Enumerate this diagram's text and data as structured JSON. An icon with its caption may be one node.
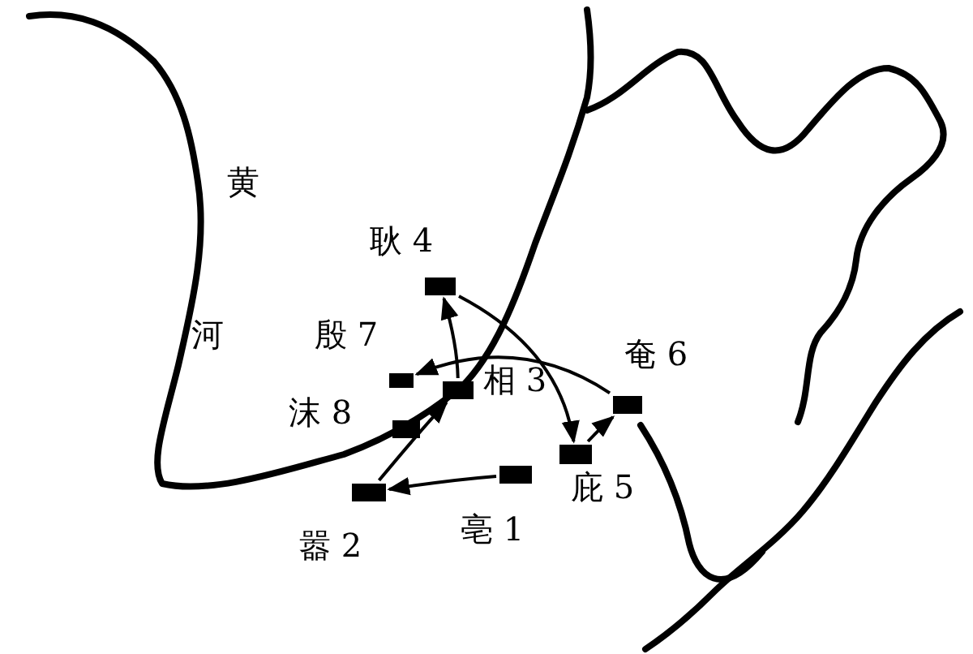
{
  "diagram": {
    "nodes": [
      {
        "text": [],
        "shape": "box",
        "beside": [
          "亳 1"
        ]
      },
      {
        "text": [],
        "shape": "box",
        "beside": [
          "嚣 2"
        ]
      },
      {
        "text": [],
        "shape": "box",
        "beside": [
          "相 3"
        ]
      },
      {
        "text": [],
        "shape": "box",
        "beside": [
          "耿 4"
        ]
      },
      {
        "text": [],
        "shape": "box",
        "beside": [
          "庇 5"
        ]
      },
      {
        "text": [],
        "shape": "box",
        "beside": [
          "奄 6"
        ]
      },
      {
        "text": [],
        "shape": "box",
        "beside": [
          "殷 7"
        ]
      },
      {
        "text": [],
        "shape": "box",
        "beside": [
          "沫 8"
        ]
      }
    ],
    "edges": [
      {
        "from": 0,
        "to": 1,
        "arrow": "to"
      },
      {
        "from": 1,
        "to": 2,
        "arrow": "to"
      },
      {
        "from": 2,
        "to": 3,
        "arrow": "to"
      },
      {
        "from": 3,
        "to": 4,
        "arrow": "to"
      },
      {
        "from": 4,
        "to": 5,
        "arrow": "to"
      },
      {
        "from": 5,
        "to": 6,
        "arrow": "to"
      }
    ],
    "labels": [
      "黄",
      "河"
    ]
  }
}
